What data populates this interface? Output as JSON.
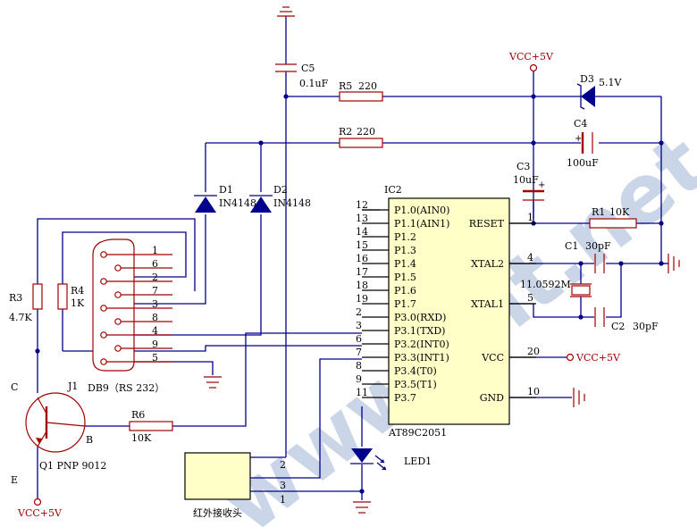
{
  "watermark": "www.cnt.net",
  "labels": {
    "c5": "C5",
    "c5_val": "0.1uF",
    "r5": "R5",
    "r5_val": "220",
    "r2": "R2",
    "r2_val": "220",
    "vcc_top": "VCC+5V",
    "d3": "D3",
    "d3_val": "5.1V",
    "c4": "C4",
    "c4_val": "100uF",
    "c3": "C3",
    "c3_val": "10uF",
    "d1": "D1",
    "d1_val": "IN4148",
    "d2": "D2",
    "d2_val": "IN4148",
    "r3": "R3",
    "r3_val": "4.7K",
    "r4": "R4",
    "r4_val": "1K",
    "db9": "DB9（RS 232）",
    "j1": "J1",
    "r6": "R6",
    "r6_val": "10K",
    "q1": "Q1 PNP 9012",
    "q_c": "C",
    "q_b": "B",
    "q_e": "E",
    "vcc_bottom": "VCC+5V",
    "ic2": "IC2",
    "ic_name": "AT89C2051",
    "r1": "R1",
    "r1_val": "10K",
    "c1": "C1",
    "c1_val": "30pF",
    "c2": "C2",
    "c2_val": "30pF",
    "crystal": "11.0592M",
    "vcc_right": "VCC+5V",
    "led1": "LED1",
    "ir_receiver": "红外接收头",
    "ir_pin1": "1",
    "ir_pin2": "2",
    "ir_pin3": "3"
  },
  "ic_left_pins": [
    {
      "num": "12",
      "name": "P1.0(AIN0)"
    },
    {
      "num": "13",
      "name": "P1.1(AIN1)"
    },
    {
      "num": "14",
      "name": "P1.2"
    },
    {
      "num": "15",
      "name": "P1.3"
    },
    {
      "num": "16",
      "name": "P1.4"
    },
    {
      "num": "17",
      "name": "P1.5"
    },
    {
      "num": "18",
      "name": "P1.6"
    },
    {
      "num": "19",
      "name": "P1.7"
    },
    {
      "num": "2",
      "name": "P3.0(RXD)"
    },
    {
      "num": "3",
      "name": "P3.1(TXD)"
    },
    {
      "num": "6",
      "name": "P3.2(INT0)"
    },
    {
      "num": "7",
      "name": "P3.3(INT1)"
    },
    {
      "num": "8",
      "name": "P3.4(T0)"
    },
    {
      "num": "9",
      "name": "P3.5(T1)"
    },
    {
      "num": "11",
      "name": "P3.7"
    }
  ],
  "ic_right_pins": [
    {
      "num": "1",
      "name": "RESET"
    },
    {
      "num": "4",
      "name": "XTAL2"
    },
    {
      "num": "5",
      "name": "XTAL1"
    },
    {
      "num": "20",
      "name": "VCC"
    },
    {
      "num": "10",
      "name": "GND"
    }
  ],
  "db9_pins": [
    "1",
    "6",
    "2",
    "7",
    "3",
    "8",
    "4",
    "9",
    "5"
  ]
}
